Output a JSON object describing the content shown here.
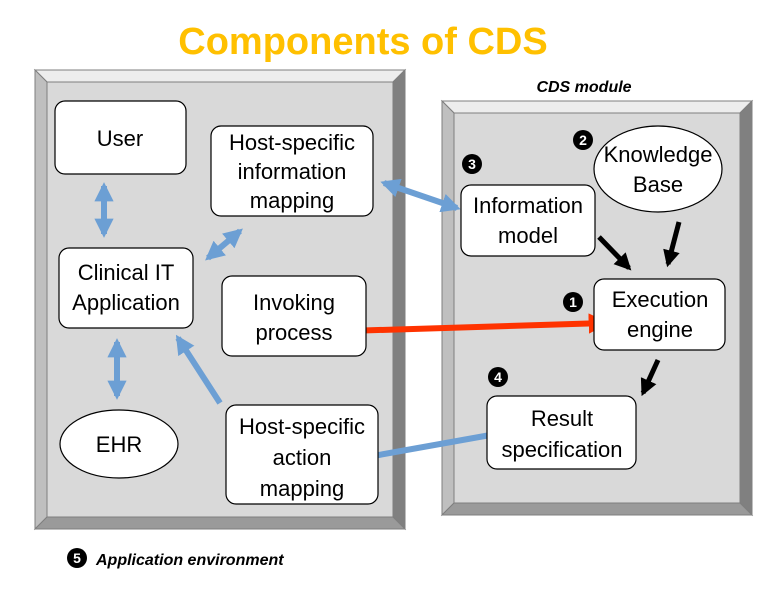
{
  "title": "Components of CDS",
  "colors": {
    "title": "#FFC000",
    "panel_fill": "#D9D9D9",
    "bevel_light": "#EDEDED",
    "bevel_dark": "#808080",
    "blue_arrow": "#6C9FD4",
    "red_arrow": "#FF3300",
    "black_arrow": "#000000"
  },
  "cds_module": {
    "label": "CDS module"
  },
  "application_environment": {
    "number": "5",
    "label": "Application environment"
  },
  "nodes": {
    "user": {
      "line1": "User"
    },
    "host_info_mapping": {
      "line1": "Host-specific",
      "line2": "information",
      "line3": "mapping"
    },
    "clinical_it": {
      "line1": "Clinical IT",
      "line2": "Application"
    },
    "invoking_process": {
      "line1": "Invoking",
      "line2": "process"
    },
    "ehr": {
      "line1": "EHR"
    },
    "host_action_mapping": {
      "line1": "Host-specific",
      "line2": "action",
      "line3": "mapping"
    },
    "knowledge_base": {
      "number": "2",
      "line1": "Knowledge",
      "line2": "Base"
    },
    "information_model": {
      "number": "3",
      "line1": "Information",
      "line2": "model"
    },
    "execution_engine": {
      "number": "1",
      "line1": "Execution",
      "line2": "engine"
    },
    "result_specification": {
      "number": "4",
      "line1": "Result",
      "line2": "specification"
    }
  }
}
